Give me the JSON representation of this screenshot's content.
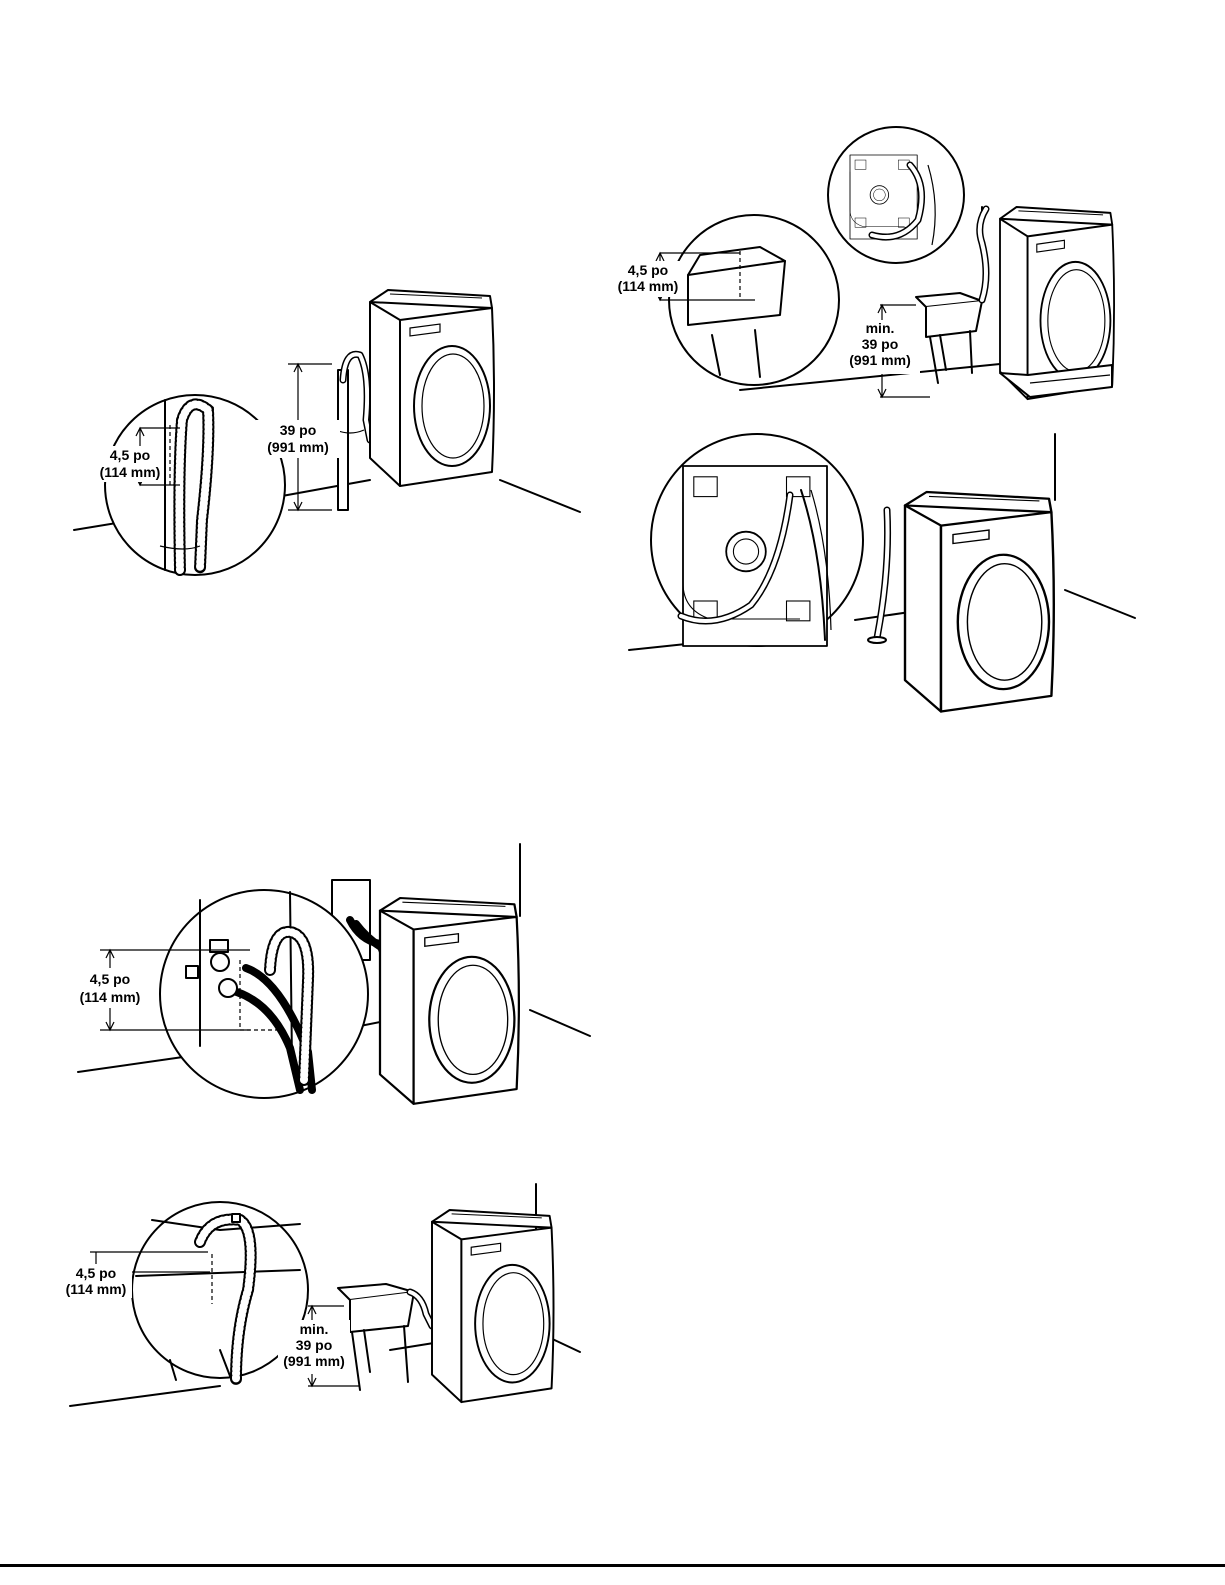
{
  "figures": {
    "standpipe": {
      "height_label_in": "4,5 po",
      "height_label_mm": "(114 mm)",
      "min_label_in": "39 po",
      "min_label_mm": "(991 mm)"
    },
    "laundry_tub_pedestal": {
      "height_label_in": "4,5 po",
      "height_label_mm": "(114 mm)",
      "min_label_prefix": "min.",
      "min_label_in": "39 po",
      "min_label_mm": "(991 mm)"
    },
    "floor_drain": {},
    "wall_faucet": {
      "height_label_in": "4,5 po",
      "height_label_mm": "(114 mm)"
    },
    "laundry_tub": {
      "height_label_in": "4,5 po",
      "height_label_mm": "(114 mm)",
      "min_label_prefix": "min.",
      "min_label_in": "39 po",
      "min_label_mm": "(991 mm)"
    }
  }
}
